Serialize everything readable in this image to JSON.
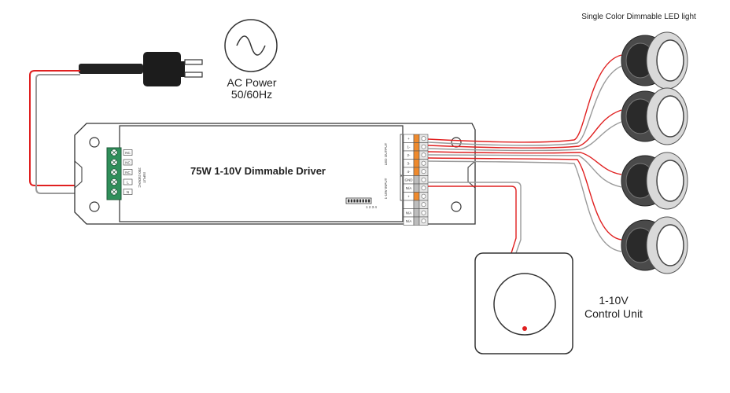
{
  "labels": {
    "led_title": "Single Color  Dimmable LED light",
    "ac_line1": "AC Power",
    "ac_line2": "50/60Hz",
    "driver_title": "75W 1-10V Dimmable Driver",
    "control_line1": "1-10V",
    "control_line2": "Control Unit"
  },
  "input_terminals": [
    "NC",
    "NC",
    "NC",
    "L",
    "N"
  ],
  "input_label": "INPUT",
  "input_voltage": "200-240VAC",
  "output_group_label": "LED OUTPUT",
  "dim_group_label": "1-10V INPUT",
  "output_terminals": [
    "+",
    "1-",
    "2-",
    "3-",
    "4-",
    "GND",
    "N/A",
    "+",
    "",
    "N/A",
    "N/A"
  ],
  "dip_numbers": "1 2 3 4",
  "colors": {
    "live": "#e02020",
    "neutral": "#9a9a9a",
    "terminal_green": "#2f8f5a",
    "terminal_orange": "#ef8a2d",
    "outline": "#333333",
    "knob_dot": "#e02020"
  }
}
